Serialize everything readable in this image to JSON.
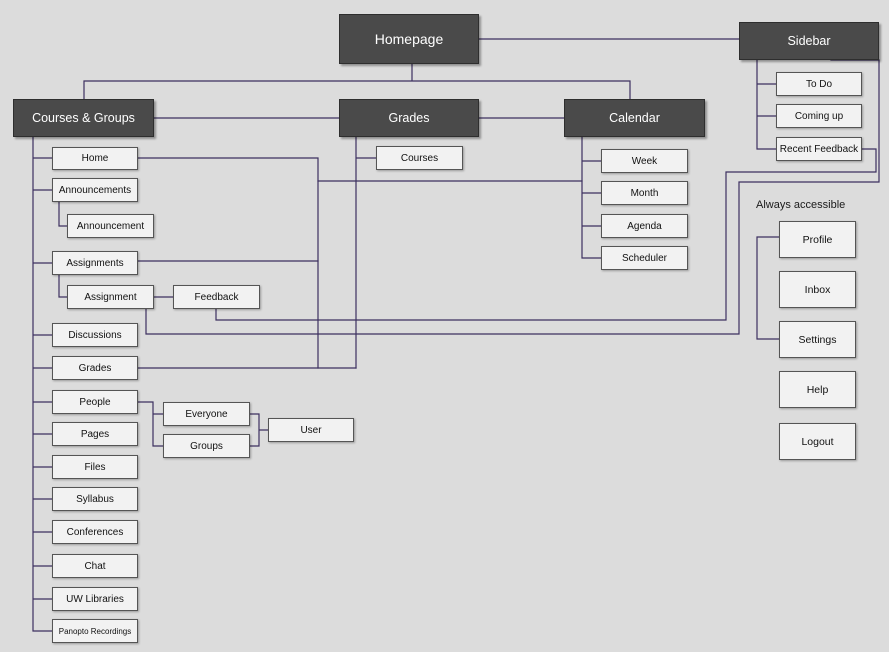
{
  "colors": {
    "line": "#3d3060",
    "dark": "#4a4a4a",
    "light": "#f2f2f2"
  },
  "nodes": {
    "homepage": "Homepage",
    "sidebar": "Sidebar",
    "courses_groups": "Courses & Groups",
    "grades_top": "Grades",
    "calendar": "Calendar",
    "courses": "Courses",
    "week": "Week",
    "month": "Month",
    "agenda": "Agenda",
    "scheduler": "Scheduler",
    "todo": "To Do",
    "coming_up": "Coming up",
    "recent_feedback": "Recent Feedback",
    "profile": "Profile",
    "inbox": "Inbox",
    "settings": "Settings",
    "help": "Help",
    "logout": "Logout",
    "home": "Home",
    "announcements": "Announcements",
    "announcement": "Announcement",
    "assignments": "Assignments",
    "assignment": "Assignment",
    "feedback": "Feedback",
    "discussions": "Discussions",
    "grades_sub": "Grades",
    "people": "People",
    "everyone": "Everyone",
    "groups": "Groups",
    "user": "User",
    "pages": "Pages",
    "files": "Files",
    "syllabus": "Syllabus",
    "conferences": "Conferences",
    "chat": "Chat",
    "uw_libraries": "UW Libraries",
    "panopto": "Panopto Recordings"
  },
  "labels": {
    "always_accessible": "Always accessible"
  }
}
